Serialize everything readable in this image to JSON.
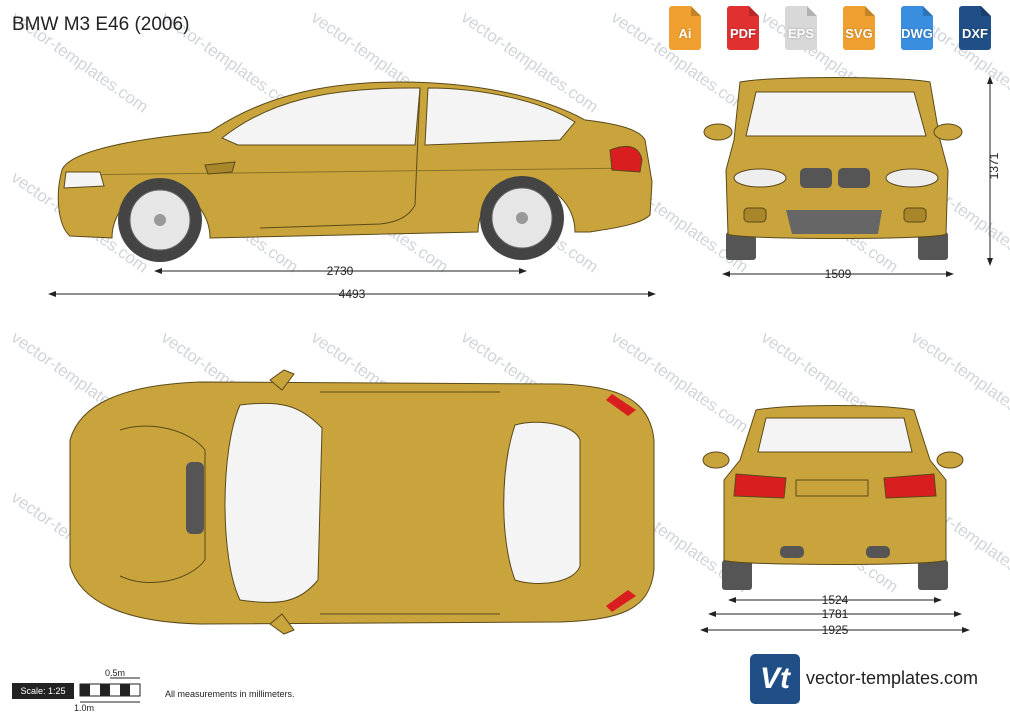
{
  "title": "BMW M3 E46 (2006)",
  "formats": [
    {
      "label": "Ai",
      "color": "#f0a030"
    },
    {
      "label": "PDF",
      "color": "#e03030"
    },
    {
      "label": "EPS",
      "color": "#d8d8d8"
    },
    {
      "label": "SVG",
      "color": "#f0a030"
    },
    {
      "label": "DWG",
      "color": "#3a8ee0"
    },
    {
      "label": "DXF",
      "color": "#1f4f86"
    }
  ],
  "dimensions": {
    "wheelbase": "2730",
    "length": "4493",
    "height": "1371",
    "front_track": "1509",
    "rear_track": "1524",
    "body_width": "1781",
    "mirror_width": "1925"
  },
  "scale": {
    "badge": "Scale: 1:25",
    "half_meter": "0.5m",
    "one_meter": "1.0m"
  },
  "note": "All measurements in millimeters.",
  "watermark": "vector-templates.com",
  "brand": {
    "logo_text": "Vt",
    "url": "vector-templates.com"
  },
  "colors": {
    "body": "#c9a43c",
    "body_shade": "#a8862a",
    "glass": "#f4f4f4",
    "tire": "#444444",
    "light_red": "#d81e1e",
    "brand": "#1f4f86"
  }
}
